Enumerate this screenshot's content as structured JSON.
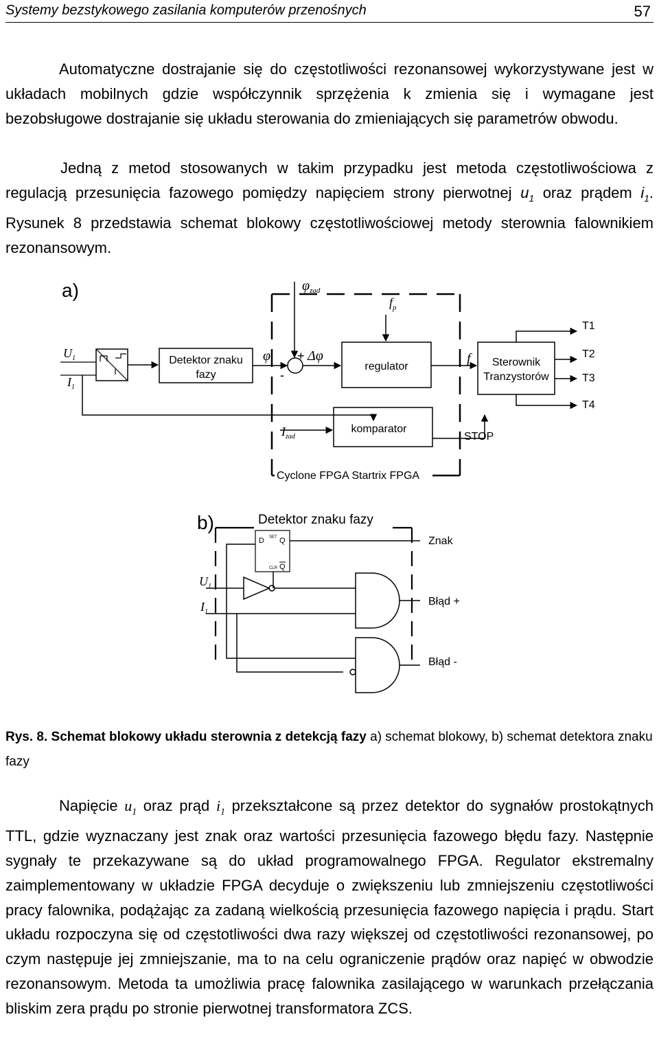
{
  "header": {
    "title": "Systemy bezstykowego zasilania komputerów przenośnych",
    "page_number": "57"
  },
  "paragraph1": "Automatyczne dostrajanie się do częstotliwości rezonansowej wykorzystywane jest w układach mobilnych gdzie współczynnik sprzężenia k zmienia się i wymagane jest bezobsługowe dostrajanie się układu sterowania do zmieniających się parametrów obwodu.",
  "paragraph2": {
    "part1": "Jedną z metod stosowanych w takim przypadku jest metoda częstotliwościowa z regulacją przesunięcia fazowego pomiędzy napięciem strony pierwotnej ",
    "u_sym": "u",
    "u_sub": "1",
    "part2": " oraz prądem ",
    "i_sym": "i",
    "i_sub": "1",
    "part3": ". Rysunek 8 przedstawia schemat blokowy częstotliwościowej metody sterownia falownikiem rezonansowym."
  },
  "figure": {
    "label_a": "a)",
    "label_b": "b)",
    "phi_zad": "φ",
    "phi_zad_sub": "zad",
    "f_p": "f",
    "f_p_sub": "p",
    "U1": "U",
    "U1_sub": "1",
    "I1": "I",
    "I1_sub": "1",
    "detector_line1": "Detektor znaku",
    "detector_line2": "fazy",
    "phi": "φ",
    "plus": "+",
    "minus": "-",
    "delta_phi": "Δφ",
    "regulator": "regulator",
    "f": "f",
    "controller_line1": "Sterownik",
    "controller_line2": "Tranzystorów",
    "t1": "T1",
    "t2": "T2",
    "t3": "T3",
    "t4": "T4",
    "I_zad": "I",
    "I_zad_sub": "zad",
    "comparator": "komparator",
    "stop": "STOP",
    "fpga": "Cyclone FPGA Startrix FPGA",
    "detector_title": "Detektor znaku fazy",
    "ff_d": "D",
    "ff_set": "SET",
    "ff_q": "Q",
    "ff_clr": "CLR",
    "ff_qbar": "Q",
    "out_znak": "Znak",
    "out_blad_plus": "Błąd +",
    "out_blad_minus": "Błąd -"
  },
  "caption": {
    "bold": "Rys. 8. Schemat blokowy układu sterownia z detekcją fazy",
    "rest": " a) schemat blokowy, b) schemat detektora znaku fazy"
  },
  "paragraph3": {
    "part1": "Napięcie ",
    "u_sym": "u",
    "u_sub": "1",
    "part2": " oraz prąd ",
    "i_sym": "i",
    "i_sub": "1",
    "part3": " przekształcone są przez detektor do sygnałów prostokątnych TTL, gdzie wyznaczany jest znak oraz wartości przesunięcia fazowego błędu fazy. Następnie sygnały te przekazywane są do układ programowalnego FPGA. Regulator ekstremalny zaimplementowany w układzie FPGA decyduje o zwiększeniu lub zmniejszeniu częstotliwości pracy falownika, podążając za zadaną wielkością przesunięcia fazowego napięcia i prądu. Start układu rozpoczyna się od częstotliwości dwa razy większej od częstotliwości rezonansowej, po czym następuje jej zmniejszanie, ma to na celu ograniczenie prądów oraz napięć w obwodzie rezonansowym. Metoda ta umożliwia pracę falownika zasilającego w warunkach przełączania bliskim zera prądu po stronie pierwotnej transformatora ZCS."
  }
}
